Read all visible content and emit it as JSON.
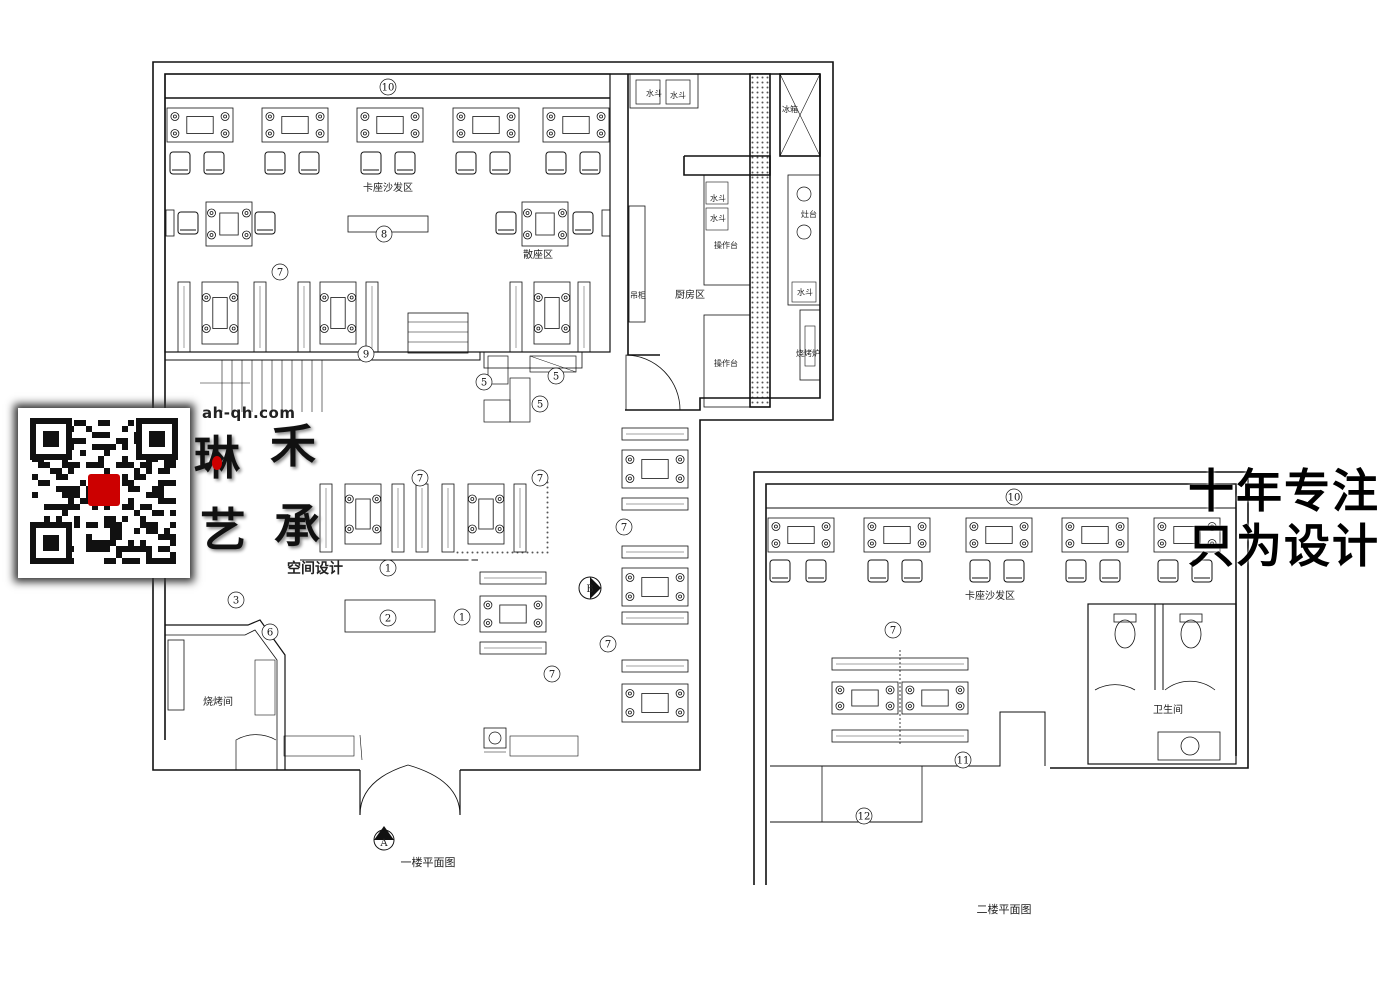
{
  "floor1": {
    "title": "一楼平面图",
    "rooms": {
      "booth": "卡座沙发区",
      "loose": "散座区",
      "kitchen": "厨房区",
      "bbq": "烧烤间",
      "hanging": "吊柜",
      "fridge": "冰箱",
      "stove": "灶台",
      "sink": "水斗",
      "counter": "操作台",
      "oven": "烧烤炉"
    },
    "marks": [
      "10",
      "8",
      "7",
      "9",
      "5",
      "1",
      "2",
      "3",
      "6"
    ],
    "section_a": "A",
    "section_b": "B"
  },
  "floor2": {
    "title": "二楼平面图",
    "rooms": {
      "booth": "卡座沙发区",
      "wc": "卫生间"
    },
    "marks": [
      "10",
      "7",
      "11",
      "12"
    ]
  },
  "watermark": {
    "url": "ah-qh.com",
    "brand_chars": [
      "琳",
      "禾",
      "艺",
      "承"
    ],
    "subtitle": "空间设计",
    "slogan_line1": "十年专注",
    "slogan_line2": "只为设计"
  },
  "colors": {
    "line": "#111111",
    "hatch": "#555555",
    "accent": "#cc0000"
  }
}
